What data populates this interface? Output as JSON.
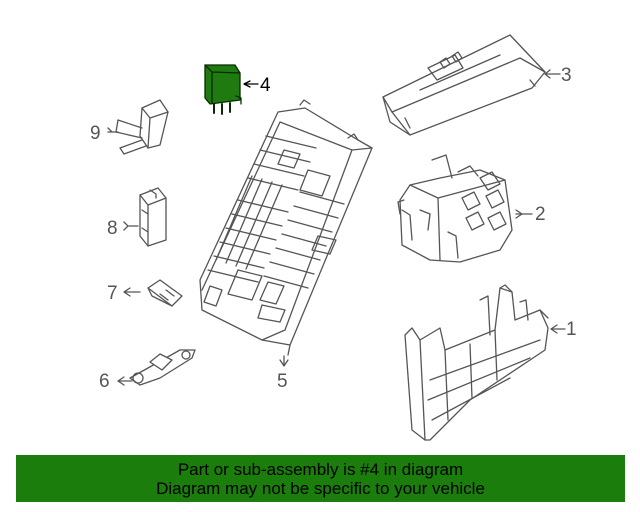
{
  "callouts": {
    "c1": "1",
    "c2": "2",
    "c3": "3",
    "c4": "4",
    "c5": "5",
    "c6": "6",
    "c7": "7",
    "c8": "8",
    "c9": "9"
  },
  "highlight_part": "4",
  "colors": {
    "highlight_part_fill": "#1f7a0f",
    "banner_background": "#1a7d0c",
    "line_art": "#555555"
  },
  "banner": {
    "line1": "Part or sub-assembly is #4 in diagram",
    "line2": "Diagram may not be specific to your vehicle"
  }
}
